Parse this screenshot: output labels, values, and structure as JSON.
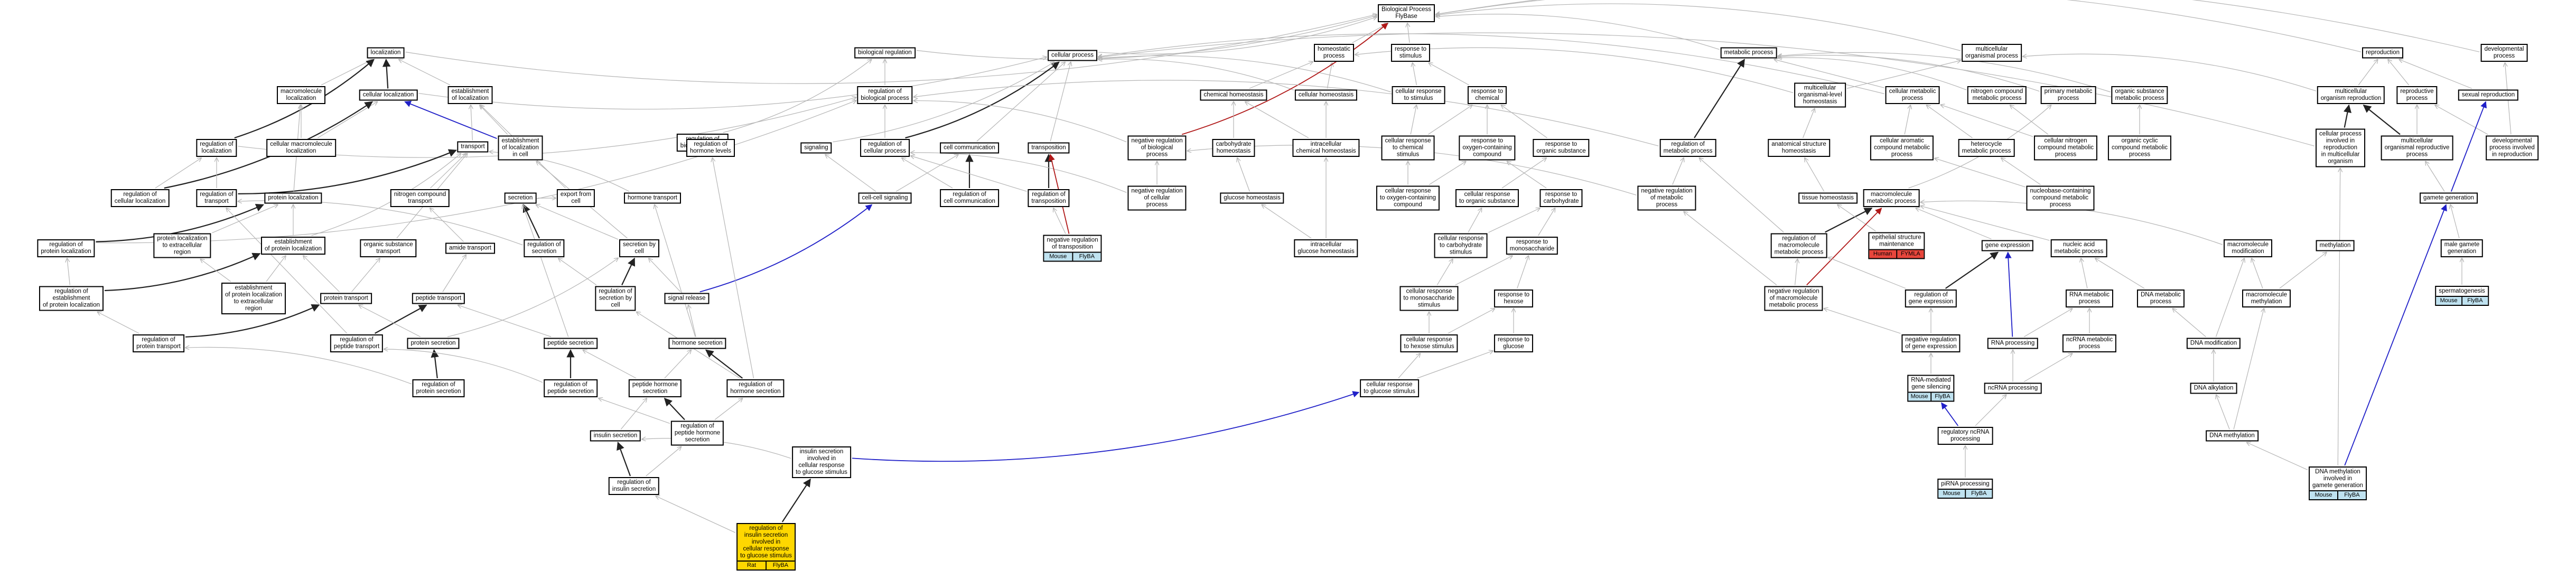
{
  "colors": {
    "is_a": "#b5b5b5",
    "part_of": "#222222",
    "regulates": "#2020c8",
    "neg_regulates": "#b01818",
    "tag_bg_blue": "#bfe2f0",
    "tag_bg_yellow": "#ffd700",
    "tag_bg_red": "#e8463c"
  },
  "nodes": [
    {
      "id": "root",
      "label": "Biological Process\nFlyBase"
    },
    {
      "id": "localization",
      "label": "localization"
    },
    {
      "id": "biological_regulation",
      "label": "biological regulation"
    },
    {
      "id": "cellular_process",
      "label": "cellular process"
    },
    {
      "id": "homeostatic_process",
      "label": "homeostatic\nprocess"
    },
    {
      "id": "response_to_stimulus",
      "label": "response to\nstimulus"
    },
    {
      "id": "metabolic_process",
      "label": "metabolic process"
    },
    {
      "id": "multicellular_organismal_process",
      "label": "multicellular\norganismal process"
    },
    {
      "id": "reproduction",
      "label": "reproduction"
    },
    {
      "id": "developmental_process",
      "label": "developmental\nprocess"
    },
    {
      "id": "macromolecule_localization",
      "label": "macromolecule\nlocalization"
    },
    {
      "id": "cellular_localization",
      "label": "cellular localization"
    },
    {
      "id": "establishment_of_localization",
      "label": "establishment\nof localization"
    },
    {
      "id": "regulation_of_biological_process",
      "label": "regulation of\nbiological process"
    },
    {
      "id": "chemical_homeostasis",
      "label": "chemical homeostasis"
    },
    {
      "id": "cellular_homeostasis",
      "label": "cellular homeostasis"
    },
    {
      "id": "cellular_response_to_stimulus",
      "label": "cellular response\nto stimulus"
    },
    {
      "id": "response_to_chemical",
      "label": "response to\nchemical"
    },
    {
      "id": "multicellular_organismal_level_homeostasis",
      "label": "multicellular\norganismal-level\nhomeostasis"
    },
    {
      "id": "cellular_metabolic_process",
      "label": "cellular metabolic\nprocess"
    },
    {
      "id": "nitrogen_compound_metabolic_process",
      "label": "nitrogen compound\nmetabolic process"
    },
    {
      "id": "primary_metabolic_process",
      "label": "primary metabolic\nprocess"
    },
    {
      "id": "organic_substance_metabolic_process",
      "label": "organic substance\nmetabolic process"
    },
    {
      "id": "multicellular_organism_reproduction",
      "label": "multicellular\norganism reproduction"
    },
    {
      "id": "reproductive_process",
      "label": "reproductive\nprocess"
    },
    {
      "id": "sexual_reproduction",
      "label": "sexual reproduction"
    },
    {
      "id": "regulation_of_biological_quality",
      "label": "regulation of\nbiological quality"
    },
    {
      "id": "regulation_of_localization",
      "label": "regulation of\nlocalization"
    },
    {
      "id": "cellular_macromolecule_localization",
      "label": "cellular macromolecule\nlocalization"
    },
    {
      "id": "establishment_of_localization_in_cell",
      "label": "establishment\nof localization\nin cell"
    },
    {
      "id": "regulation_of_cellular_process",
      "label": "regulation of\ncellular process"
    },
    {
      "id": "cell_communication",
      "label": "cell communication"
    },
    {
      "id": "transposition",
      "label": "transposition"
    },
    {
      "id": "negative_regulation_of_biological_process",
      "label": "negative regulation\nof biological\nprocess"
    },
    {
      "id": "carbohydrate_homeostasis",
      "label": "carbohydrate\nhomeostasis"
    },
    {
      "id": "intracellular_chemical_homeostasis",
      "label": "intracellular\nchemical homeostasis"
    },
    {
      "id": "cellular_response_to_chemical_stimulus",
      "label": "cellular response\nto chemical\nstimulus"
    },
    {
      "id": "response_to_oxygen_containing_compound",
      "label": "response to\noxygen-containing\ncompound"
    },
    {
      "id": "response_to_organic_substance",
      "label": "response to\norganic substance"
    },
    {
      "id": "regulation_of_metabolic_process",
      "label": "regulation of\nmetabolic process"
    },
    {
      "id": "anatomical_structure_homeostasis",
      "label": "anatomical structure\nhomeostasis"
    },
    {
      "id": "cellular_aromatic_compound_metabolic_process",
      "label": "cellular aromatic\ncompound metabolic\nprocess"
    },
    {
      "id": "heterocycle_metabolic_process",
      "label": "heterocycle\nmetabolic process"
    },
    {
      "id": "cellular_nitrogen_compound_metabolic_process",
      "label": "cellular nitrogen\ncompound metabolic\nprocess"
    },
    {
      "id": "organic_cyclic_compound_metabolic_process",
      "label": "organic cyclic\ncompound metabolic\nprocess"
    },
    {
      "id": "cellular_process_involved_in_reproduction_in_multicellular_organism",
      "label": "cellular process\ninvolved in\nreproduction\nin multicellular\norganism"
    },
    {
      "id": "multicellular_organismal_reproductive_process",
      "label": "multicellular\norganismal reproductive\nprocess"
    },
    {
      "id": "developmental_process_involved_in_reproduction",
      "label": "developmental\nprocess involved\nin reproduction"
    },
    {
      "id": "regulation_of_cellular_localization",
      "label": "regulation of\ncellular localization"
    },
    {
      "id": "regulation_of_transport",
      "label": "regulation of\ntransport"
    },
    {
      "id": "transport",
      "label": "transport"
    },
    {
      "id": "export_from_cell",
      "label": "export from\ncell"
    },
    {
      "id": "regulation_of_hormone_levels",
      "label": "regulation of\nhormone levels"
    },
    {
      "id": "signaling",
      "label": "signaling"
    },
    {
      "id": "regulation_of_cell_communication",
      "label": "regulation of\ncell communication"
    },
    {
      "id": "regulation_of_transposition",
      "label": "regulation of\ntransposition"
    },
    {
      "id": "negative_regulation_of_cellular_process",
      "label": "negative regulation\nof cellular\nprocess"
    },
    {
      "id": "glucose_homeostasis",
      "label": "glucose homeostasis"
    },
    {
      "id": "intracellular_glucose_homeostasis",
      "label": "intracellular\nglucose homeostasis"
    },
    {
      "id": "cellular_response_to_oxygen_containing_compound",
      "label": "cellular response\nto oxygen-containing\ncompound"
    },
    {
      "id": "cellular_response_to_organic_substance",
      "label": "cellular response\nto organic substance"
    },
    {
      "id": "response_to_carbohydrate",
      "label": "response to\ncarbohydrate"
    },
    {
      "id": "negative_regulation_of_metabolic_process",
      "label": "negative regulation\nof metabolic\nprocess"
    },
    {
      "id": "tissue_homeostasis",
      "label": "tissue homeostasis"
    },
    {
      "id": "cellular_aromatic_nucleobase",
      "label": "cellular aromatic\ncompound metabolic\nprocess"
    },
    {
      "id": "nucleobase_containing_compound_metabolic_process",
      "label": "nucleobase-containing\ncompound metabolic\nprocess"
    },
    {
      "id": "macromolecule_metabolic_process",
      "label": "macromolecule\nmetabolic process"
    },
    {
      "id": "gamete_generation",
      "label": "gamete generation"
    },
    {
      "id": "male_gamete_generation",
      "label": "male gamete\ngeneration"
    },
    {
      "id": "spermatogenesis",
      "label": "spermatogenesis",
      "tags": [
        {
          "text": "Mouse",
          "color": "blue"
        },
        {
          "text": "FlyBA",
          "color": "blue"
        }
      ]
    },
    {
      "id": "protein_localization",
      "label": "protein localization"
    },
    {
      "id": "nitrogen_compound_transport",
      "label": "nitrogen compound\ntransport"
    },
    {
      "id": "secretion",
      "label": "secretion"
    },
    {
      "id": "hormone_transport",
      "label": "hormone transport"
    },
    {
      "id": "cell_cell_signaling",
      "label": "cell-cell signaling"
    },
    {
      "id": "negative_regulation_of_transposition",
      "label": "negative regulation\nof transposition",
      "tags": [
        {
          "text": "Mouse",
          "color": "blue"
        },
        {
          "text": "FlyBA",
          "color": "blue"
        }
      ]
    },
    {
      "id": "regulation_of_protein_localization",
      "label": "regulation of\nprotein localization"
    },
    {
      "id": "protein_localization_to_extracellular_region",
      "label": "protein localization\nto extracellular\nregion"
    },
    {
      "id": "establishment_of_protein_localization",
      "label": "establishment\nof protein localization"
    },
    {
      "id": "organic_substance_transport",
      "label": "organic substance\ntransport"
    },
    {
      "id": "amide_transport",
      "label": "amide transport"
    },
    {
      "id": "regulation_of_secretion",
      "label": "regulation of\nsecretion"
    },
    {
      "id": "secretion_by_cell",
      "label": "secretion by\ncell"
    },
    {
      "id": "cellular_response_to_carbohydrate_stimulus",
      "label": "cellular response\nto carbohydrate\nstimulus"
    },
    {
      "id": "response_to_monosaccharide",
      "label": "response to\nmonosaccharide"
    },
    {
      "id": "regulation_of_macromolecule_metabolic_process",
      "label": "regulation of\nmacromolecule\nmetabolic process"
    },
    {
      "id": "epithelial_structure_maintenance",
      "label": "epithelial structure\nmaintenance",
      "tags": [
        {
          "text": "Human",
          "color": "red"
        },
        {
          "text": "FYMLA",
          "color": "red"
        }
      ]
    },
    {
      "id": "gene_expression",
      "label": "gene expression"
    },
    {
      "id": "nucleic_acid_metabolic_process",
      "label": "nucleic acid\nmetabolic process"
    },
    {
      "id": "macromolecule_modification",
      "label": "macromolecule\nmodification"
    },
    {
      "id": "methylation",
      "label": "methylation"
    },
    {
      "id": "regulation_of_establishment_of_protein_localization",
      "label": "regulation of\nestablishment\nof protein localization"
    },
    {
      "id": "establishment_of_protein_localization_to_extracellular_region",
      "label": "establishment\nof protein localization\nto extracellular\nregion"
    },
    {
      "id": "protein_transport",
      "label": "protein transport"
    },
    {
      "id": "peptide_transport",
      "label": "peptide transport"
    },
    {
      "id": "regulation_of_secretion_by_cell",
      "label": "regulation of\nsecretion by\ncell"
    },
    {
      "id": "signal_release",
      "label": "signal release"
    },
    {
      "id": "cellular_response_to_monosaccharide_stimulus",
      "label": "cellular response\nto monosaccharide\nstimulus"
    },
    {
      "id": "response_to_hexose",
      "label": "response to\nhexose"
    },
    {
      "id": "negative_regulation_of_macromolecule_metabolic_process",
      "label": "negative regulation\nof macromolecule\nmetabolic process"
    },
    {
      "id": "regulation_of_gene_expression",
      "label": "regulation of\ngene expression"
    },
    {
      "id": "rna_metabolic_process",
      "label": "RNA metabolic\nprocess"
    },
    {
      "id": "dna_metabolic_process",
      "label": "DNA metabolic\nprocess"
    },
    {
      "id": "macromolecule_methylation",
      "label": "macromolecule\nmethylation"
    },
    {
      "id": "regulation_of_protein_transport",
      "label": "regulation of\nprotein transport"
    },
    {
      "id": "regulation_of_peptide_transport",
      "label": "regulation of\npeptide transport"
    },
    {
      "id": "protein_secretion",
      "label": "protein secretion"
    },
    {
      "id": "peptide_secretion",
      "label": "peptide secretion"
    },
    {
      "id": "hormone_secretion",
      "label": "hormone secretion"
    },
    {
      "id": "cellular_response_to_hexose_stimulus",
      "label": "cellular response\nto hexose stimulus"
    },
    {
      "id": "response_to_glucose",
      "label": "response to\nglucose"
    },
    {
      "id": "negative_regulation_of_gene_expression",
      "label": "negative regulation\nof gene expression"
    },
    {
      "id": "rna_processing",
      "label": "RNA processing"
    },
    {
      "id": "ncrna_metabolic_process",
      "label": "ncRNA metabolic\nprocess"
    },
    {
      "id": "dna_modification",
      "label": "DNA modification"
    },
    {
      "id": "regulation_of_protein_secretion",
      "label": "regulation of\nprotein secretion"
    },
    {
      "id": "regulation_of_peptide_secretion",
      "label": "regulation of\npeptide secretion"
    },
    {
      "id": "peptide_hormone_secretion",
      "label": "peptide hormone\nsecretion"
    },
    {
      "id": "regulation_of_hormone_secretion",
      "label": "regulation of\nhormone secretion"
    },
    {
      "id": "cellular_response_to_glucose_stimulus",
      "label": "cellular response\nto glucose stimulus"
    },
    {
      "id": "rna_mediated_gene_silencing",
      "label": "RNA-mediated\ngene silencing",
      "tags": [
        {
          "text": "Mouse",
          "color": "blue"
        },
        {
          "text": "FlyBA",
          "color": "blue"
        }
      ]
    },
    {
      "id": "ncrna_processing",
      "label": "ncRNA processing"
    },
    {
      "id": "dna_alkylation",
      "label": "DNA alkylation"
    },
    {
      "id": "regulation_of_peptide_hormone_secretion",
      "label": "regulation of\npeptide hormone\nsecretion"
    },
    {
      "id": "insulin_secretion",
      "label": "insulin secretion"
    },
    {
      "id": "regulatory_ncrna_processing",
      "label": "regulatory ncRNA\nprocessing"
    },
    {
      "id": "dna_methylation",
      "label": "DNA methylation"
    },
    {
      "id": "regulation_of_insulin_secretion",
      "label": "regulation of\ninsulin secretion"
    },
    {
      "id": "insulin_secretion_involved_in_cellular_response_to_glucose_stimulus",
      "label": "insulin secretion\ninvolved in\ncellular response\nto glucose stimulus"
    },
    {
      "id": "pirna_processing",
      "label": "piRNA processing",
      "tags": [
        {
          "text": "Mouse",
          "color": "blue"
        },
        {
          "text": "FlyBA",
          "color": "blue"
        }
      ]
    },
    {
      "id": "dna_methylation_involved_in_gamete_generation",
      "label": "DNA methylation\ninvolved in\ngamete generation",
      "tags": [
        {
          "text": "Mouse",
          "color": "blue"
        },
        {
          "text": "FlyBA",
          "color": "blue"
        }
      ]
    },
    {
      "id": "regulation_of_insulin_secretion_involved_in_cellular_response_to_glucose_stimulus",
      "label": "regulation of\ninsulin secretion\ninvolved in\ncellular response\nto glucose stimulus",
      "style": "yellow",
      "tags": [
        {
          "text": "Rat",
          "color": "yellow"
        },
        {
          "text": "FlyBA",
          "color": "yellow"
        }
      ]
    }
  ]
}
